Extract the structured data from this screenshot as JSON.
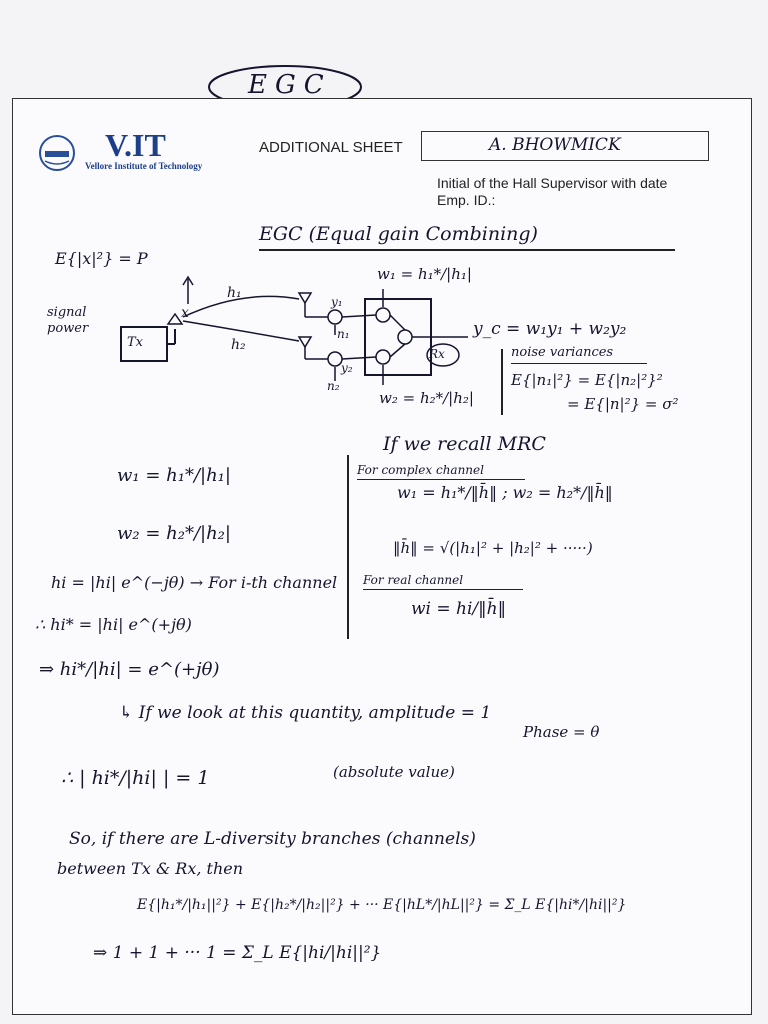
{
  "top_label": "EGC",
  "header": {
    "logo_main": "V.IT",
    "logo_sub": "Vellore Institute of Technology",
    "sheet_title": "ADDITIONAL SHEET",
    "name_box": "A. BHOWMICK",
    "supervisor_line": "Initial of the Hall Supervisor with date",
    "emp_id": "Emp. ID.:"
  },
  "title": "EGC (Equal gain Combining)",
  "diagram": {
    "signal_eq": "E{|x|²} = P",
    "signal_note": "signal power",
    "tx": "Tx",
    "rx": "Rx",
    "x": "x",
    "h1": "h₁",
    "h2": "h₂",
    "y1": "y₁",
    "y2": "y₂",
    "n1": "n₁",
    "n2": "n₂",
    "w1_top": "w₁ = h₁*/|h₁|",
    "w2_bot": "w₂ = h₂*/|h₂|",
    "yc": "y_c = w₁y₁ + w₂y₂"
  },
  "noise": {
    "heading": "noise variances",
    "line1": "E{|n₁|²} = E{|n₂|²}²",
    "line2": "= E{|n|²} = σ²"
  },
  "left_col": {
    "w1": "w₁ = h₁*/|h₁|",
    "w2": "w₂ = h₂*/|h₂|",
    "hi": "hi = |hi| e^(−jθ) → For i-th channel",
    "hi_conj": "∴ hi* = |hi| e^(+jθ)",
    "ratio": "⇒ hi*/|hi| = e^(+jθ)"
  },
  "mrc": {
    "recall": "If we recall MRC",
    "complex": "For complex channel",
    "w1": "w₁ = h₁*/‖h̄‖ ; w₂ = h₂*/‖h̄‖",
    "norm": "‖h̄‖ = √(|h₁|² + |h₂|² + ·····)",
    "real": "For real channel",
    "wi": "wi = hi/‖h̄‖"
  },
  "body": {
    "look": "↳ If we look at this quantity, amplitude = 1",
    "phase": "Phase = θ",
    "abs": "∴ | hi*/|hi| | = 1",
    "abs_note": "(absolute value)",
    "so1": "So, if there are L-diversity branches (channels)",
    "so2": "between Tx & Rx, then",
    "sum1": "E{|h₁*/|h₁||²} + E{|h₂*/|h₂||²} + ··· E{|hL*/|hL||²} = Σ_L E{|hi*/|hi||²}",
    "sum2": "⇒ 1 + 1 + ··· 1 = Σ_L E{|hi/|hi||²}"
  }
}
